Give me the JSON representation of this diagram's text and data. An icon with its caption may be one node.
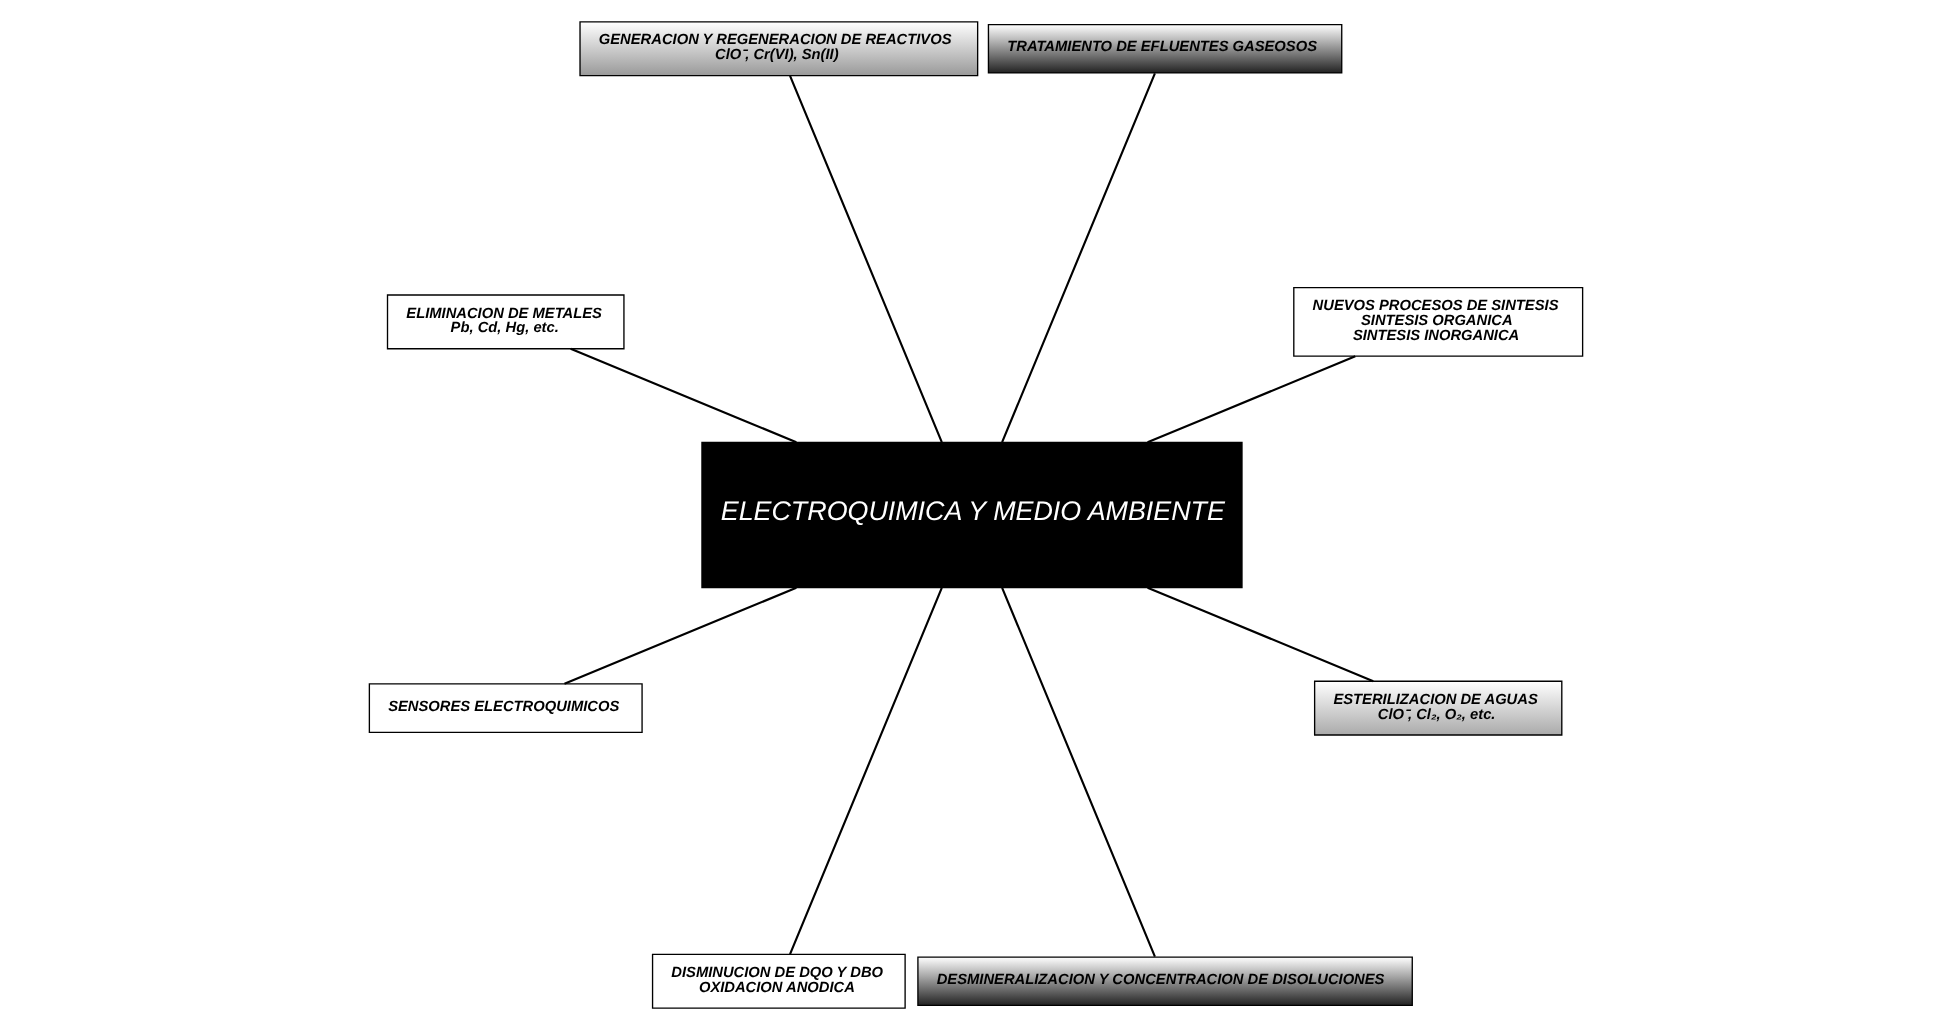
{
  "diagram": {
    "nodes": [
      {
        "text": [
          "ELECTROQUIMICA Y MEDIO AMBIENTE"
        ]
      },
      {
        "text": [
          "NUEVOS PROCESOS DE SINTESIS",
          "SINTESIS ORGANICA",
          "SINTESIS INORGANICA"
        ]
      },
      {
        "text": [
          "TRATAMIENTO DE EFLUENTES GASEOSOS"
        ]
      },
      {
        "text": [
          "GENERACION Y REGENERACION DE REACTIVOS",
          "ClO⁻, Cr(VI), Sn(II)"
        ]
      },
      {
        "text": [
          "ELIMINACION DE METALES",
          "Pb, Cd, Hg, etc."
        ]
      },
      {
        "text": [
          "SENSORES ELECTROQUIMICOS"
        ]
      },
      {
        "text": [
          "DISMINUCION DE DQO Y DBO",
          "OXIDACION ANODICA"
        ]
      },
      {
        "text": [
          "DESMINERALIZACION Y CONCENTRACION DE DISOLUCIONES"
        ]
      },
      {
        "text": [
          "ESTERILIZACION DE AGUAS",
          "ClO⁻, Cl₂, O₂, etc."
        ]
      }
    ],
    "edges": [
      {
        "from": 0,
        "to": 1,
        "arrow": "none"
      },
      {
        "from": 0,
        "to": 2,
        "arrow": "none"
      },
      {
        "from": 0,
        "to": 3,
        "arrow": "none"
      },
      {
        "from": 0,
        "to": 4,
        "arrow": "none"
      },
      {
        "from": 0,
        "to": 5,
        "arrow": "none"
      },
      {
        "from": 0,
        "to": 6,
        "arrow": "none"
      },
      {
        "from": 0,
        "to": 7,
        "arrow": "none"
      },
      {
        "from": 0,
        "to": 8,
        "arrow": "none"
      }
    ]
  }
}
